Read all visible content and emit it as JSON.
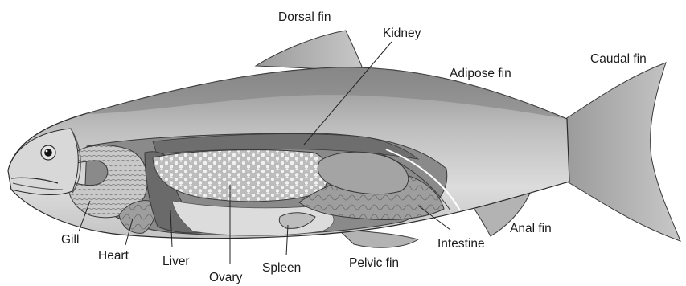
{
  "diagram": {
    "labels": {
      "dorsal_fin": "Dorsal fin",
      "kidney": "Kidney",
      "adipose_fin": "Adipose fin",
      "caudal_fin": "Caudal fin",
      "anal_fin": "Anal fin",
      "intestine": "Intestine",
      "pelvic_fin": "Pelvic fin",
      "spleen": "Spleen",
      "ovary": "Ovary",
      "liver": "Liver",
      "heart": "Heart",
      "gill": "Gill"
    },
    "colors": {
      "body_light": "#d6d6d6",
      "body_mid": "#a9a9a9",
      "body_dark": "#6e6e6e",
      "organ_dark": "#7a7a7a",
      "ovary_eggs": "#eeeeee",
      "outline": "#2a2a2a"
    }
  }
}
